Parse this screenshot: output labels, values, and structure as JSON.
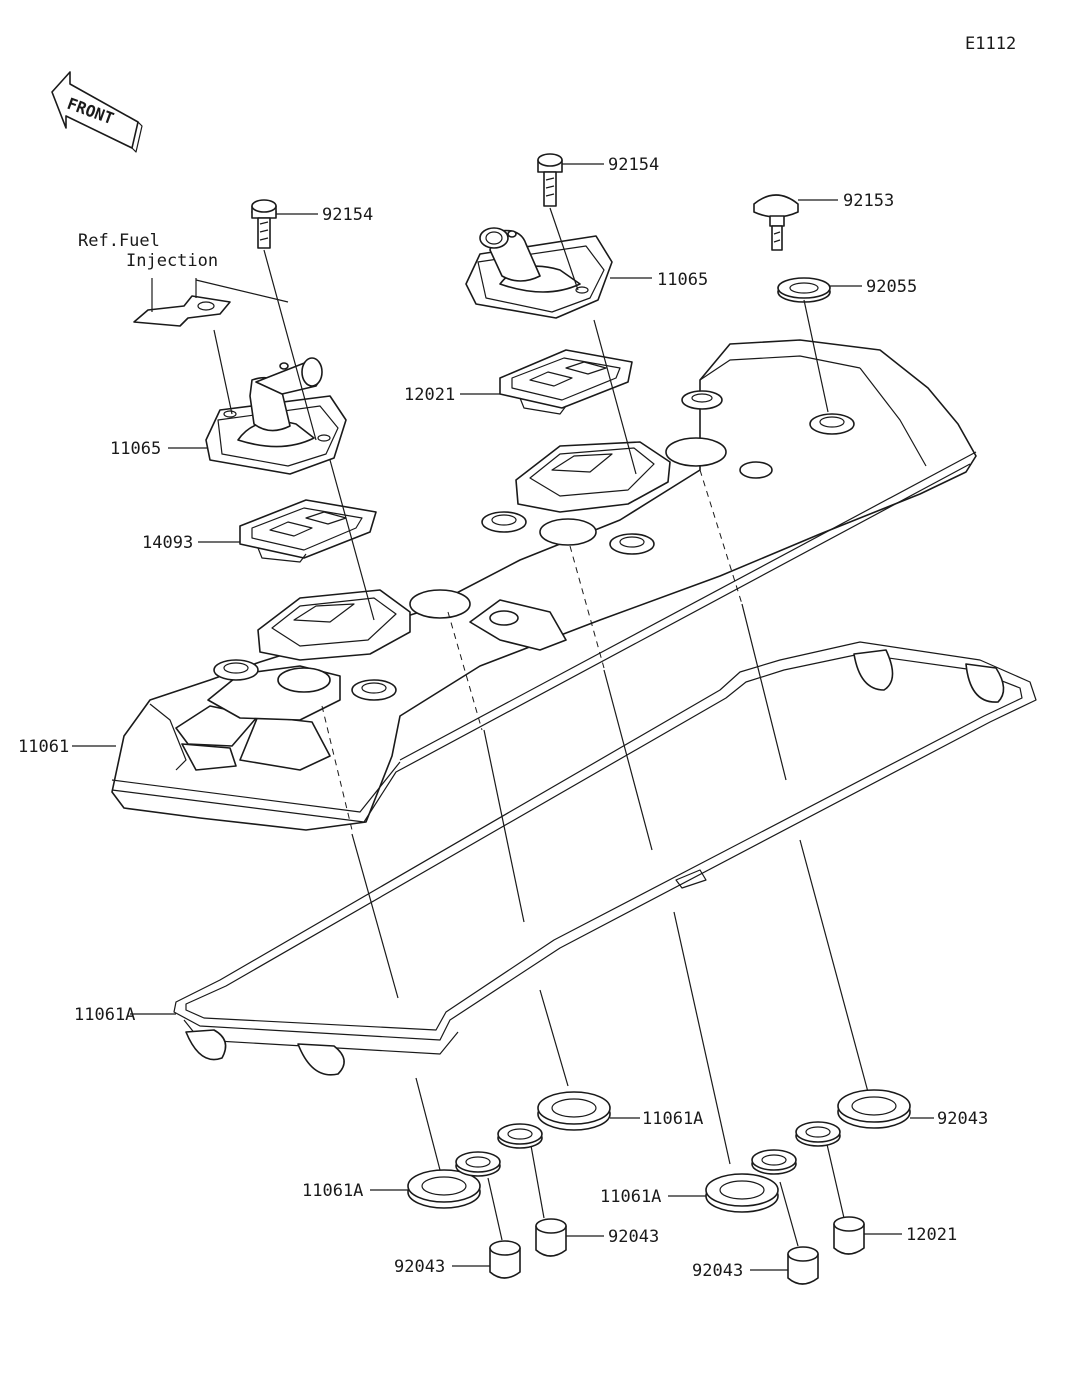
{
  "diagram_code": "E1112",
  "front_marker": "FRONT",
  "reference_note": {
    "line1": "Ref.Fuel",
    "line2": "Injection"
  },
  "callouts": [
    {
      "id": "bolt-left",
      "part": "92154"
    },
    {
      "id": "bolt-center",
      "part": "92154"
    },
    {
      "id": "bolt-right",
      "part": "92153"
    },
    {
      "id": "washer-right",
      "part": "92055"
    },
    {
      "id": "valve-cap-left",
      "part": "11065"
    },
    {
      "id": "valve-cap-center",
      "part": "11065"
    },
    {
      "id": "reed-valve-left",
      "part": "12021"
    },
    {
      "id": "reed-valve-center",
      "part": "12021"
    },
    {
      "id": "cylinder-head-cover",
      "part": "14093"
    },
    {
      "id": "cover-gasket",
      "part": "11061"
    },
    {
      "id": "plug-gasket-1",
      "part": "11061A"
    },
    {
      "id": "plug-gasket-2",
      "part": "11061A"
    },
    {
      "id": "plug-gasket-3",
      "part": "11061A"
    },
    {
      "id": "plug-gasket-4",
      "part": "11061A"
    },
    {
      "id": "dowel-1",
      "part": "92043"
    },
    {
      "id": "dowel-2",
      "part": "92043"
    },
    {
      "id": "dowel-3",
      "part": "92043"
    },
    {
      "id": "dowel-4",
      "part": "92043"
    }
  ]
}
